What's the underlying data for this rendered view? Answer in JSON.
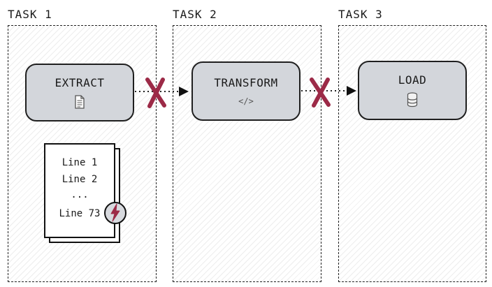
{
  "tasks": [
    {
      "title": "TASK 1",
      "node_label": "EXTRACT",
      "icon": "document-icon"
    },
    {
      "title": "TASK 2",
      "node_label": "TRANSFORM",
      "icon": "code-icon"
    },
    {
      "title": "TASK 3",
      "node_label": "LOAD",
      "icon": "database-icon"
    }
  ],
  "code_icon_text": "</>",
  "document": {
    "lines": [
      "Line 1",
      "Line 2",
      "...",
      "Line 73"
    ],
    "error_icon": "lightning-bolt-icon"
  },
  "colors": {
    "node_fill": "#d3d6db",
    "failure_mark": "#9c2a47",
    "border": "#1f1f1f"
  }
}
